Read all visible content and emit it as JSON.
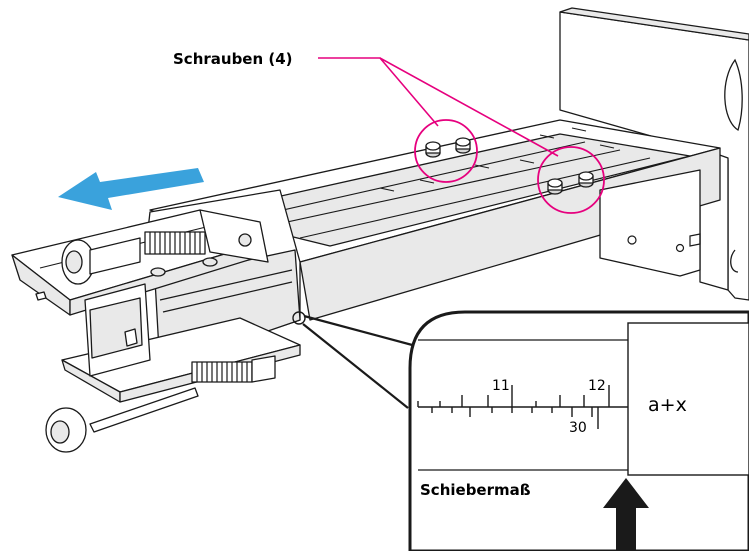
{
  "callouts": {
    "screws_label": "Schrauben (4)",
    "accent_color": "#e6007e"
  },
  "movement_arrow": {
    "color": "#3aa2dc",
    "direction": "left"
  },
  "scale_detail": {
    "main_scale_labels": [
      "11",
      "12"
    ],
    "vernier_label": "30",
    "formula": "a+x",
    "scale_name": "Schiebermaß",
    "indicator": "arrow-up-icon"
  }
}
